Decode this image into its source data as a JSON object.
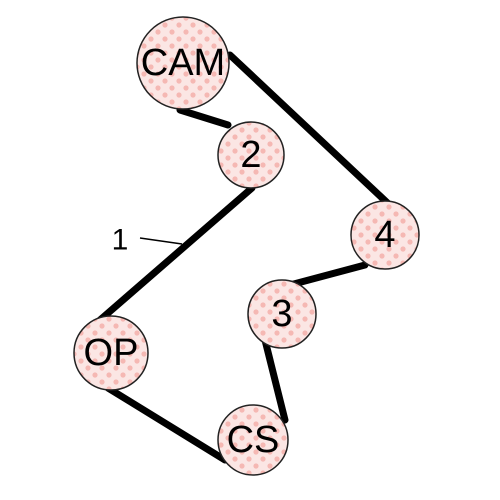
{
  "diagram": {
    "pulleys": [
      {
        "id": "cam",
        "label": "CAM"
      },
      {
        "id": "p2",
        "label": "2"
      },
      {
        "id": "p4",
        "label": "4"
      },
      {
        "id": "p3",
        "label": "3"
      },
      {
        "id": "op",
        "label": "OP"
      },
      {
        "id": "cs",
        "label": "CS"
      }
    ],
    "callout": {
      "label": "1"
    },
    "colors": {
      "belt": "#000000",
      "pulley_fill": "#fbe6e4",
      "pulley_dot": "#f2a8a2",
      "pulley_outline": "#222222"
    }
  }
}
